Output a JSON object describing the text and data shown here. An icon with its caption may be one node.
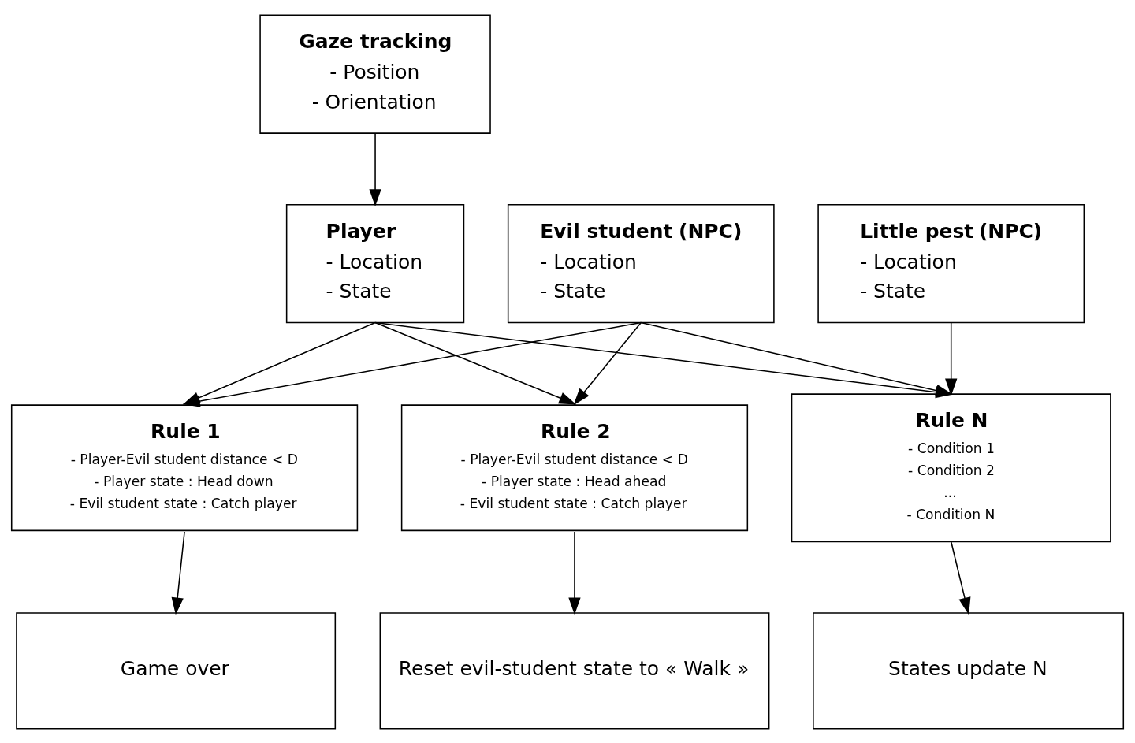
{
  "diagram": {
    "nodes": [
      {
        "text": [
          "Gaze tracking",
          "- Position",
          "- Orientation"
        ]
      },
      {
        "text": [
          "Player",
          "- Location",
          "- State"
        ]
      },
      {
        "text": [
          "**Evil student** (NPC)",
          "- Location",
          "- State"
        ]
      },
      {
        "text": [
          "**Little pest** (NPC)",
          "- Location",
          "- State"
        ]
      },
      {
        "text": [
          "Rule 1",
          "- Player-Evil student distance < D",
          "- Player state : Head down",
          "- Evil student state : Catch player"
        ]
      },
      {
        "text": [
          "Rule 2",
          "- Player-Evil student distance < D",
          "- Player state : Head ahead",
          "- Evil student state : Catch player"
        ]
      },
      {
        "text": [
          "Rule N",
          "- Condition 1",
          "- Condition 2",
          "...",
          "- Condition N"
        ]
      },
      {
        "text": [
          "Game over"
        ]
      },
      {
        "text": [
          "Reset evil-student state to « Walk »"
        ]
      },
      {
        "text": [
          "States update N"
        ]
      }
    ],
    "edges": [
      {
        "from": 0,
        "to": 1,
        "arrow": "to"
      },
      {
        "from": 1,
        "to": 4,
        "arrow": "to"
      },
      {
        "from": 1,
        "to": 5,
        "arrow": "to"
      },
      {
        "from": 1,
        "to": 6,
        "arrow": "to"
      },
      {
        "from": 2,
        "to": 4,
        "arrow": "to"
      },
      {
        "from": 2,
        "to": 5,
        "arrow": "to"
      },
      {
        "from": 2,
        "to": 6,
        "arrow": "to"
      },
      {
        "from": 3,
        "to": 6,
        "arrow": "to"
      },
      {
        "from": 4,
        "to": 7,
        "arrow": "to"
      },
      {
        "from": 5,
        "to": 8,
        "arrow": "to"
      },
      {
        "from": 6,
        "to": 9,
        "arrow": "to"
      }
    ]
  }
}
